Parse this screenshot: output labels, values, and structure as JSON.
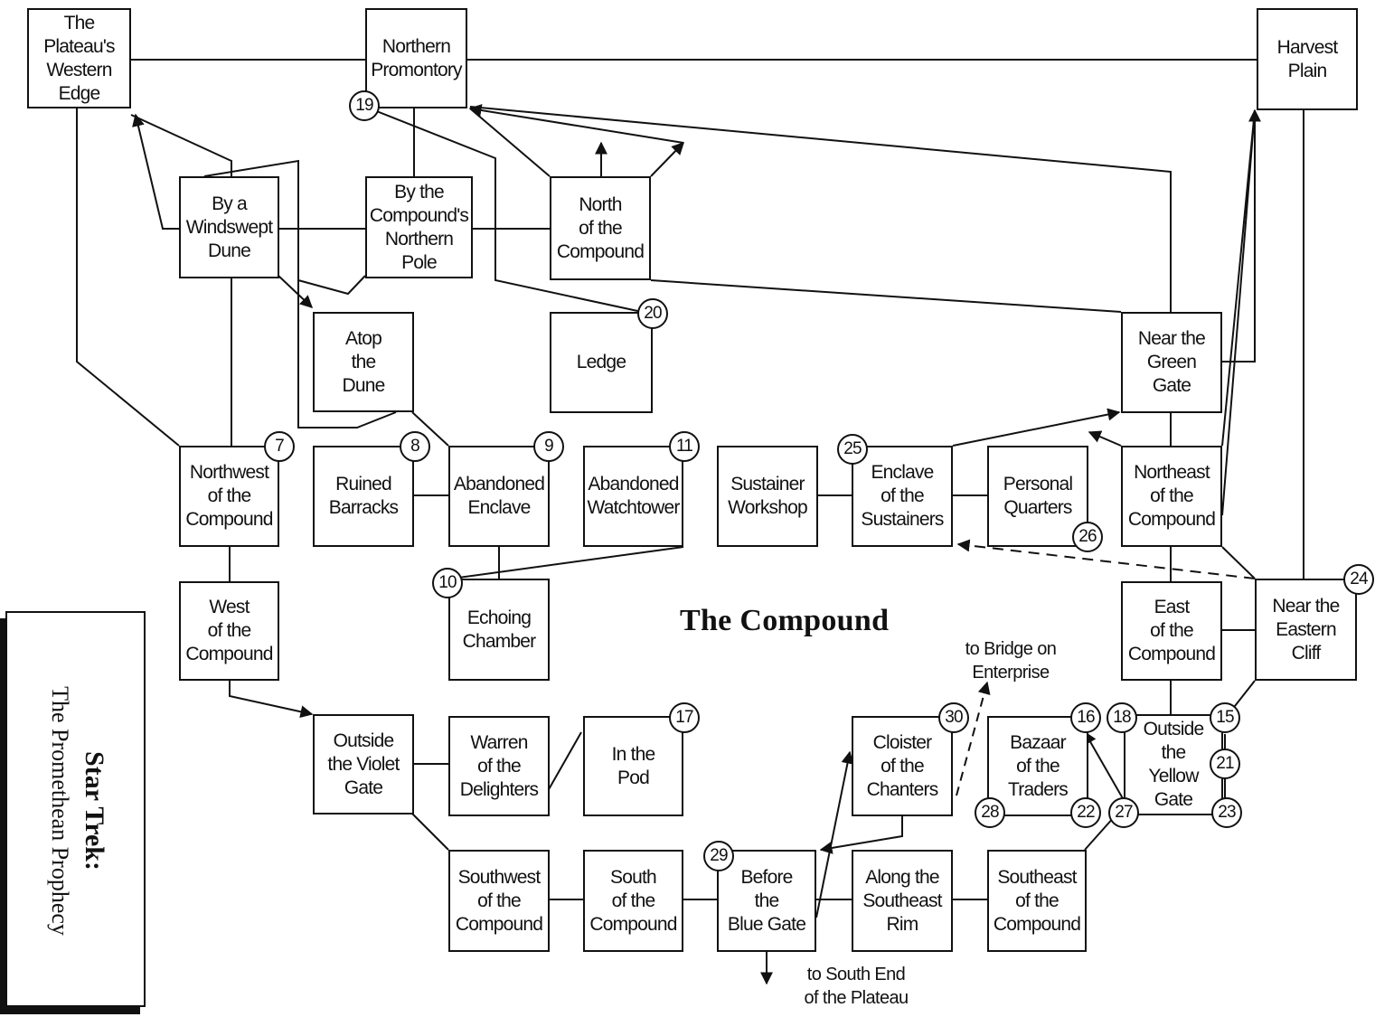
{
  "map": {
    "area_title": "The Compound",
    "game_title": {
      "line1": "Star Trek:",
      "line2": "The Promethean Prophecy"
    },
    "rooms": {
      "plateau_west": "The\nPlateau's\nWestern\nEdge",
      "northern_promontory": "Northern\nPromontory",
      "harvest_plain": "Harvest\nPlain",
      "windswept_dune": "By a\nWindswept\nDune",
      "northern_pole": "By the\nCompound's\nNorthern\nPole",
      "north_compound": "North\nof the\nCompound",
      "atop_dune": "Atop\nthe\nDune",
      "ledge": "Ledge",
      "near_green_gate": "Near the\nGreen\nGate",
      "northwest_compound": "Northwest\nof the\nCompound",
      "ruined_barracks": "Ruined\nBarracks",
      "abandoned_enclave": "Abandoned\nEnclave",
      "abandoned_watchtower": "Abandoned\nWatchtower",
      "sustainer_workshop": "Sustainer\nWorkshop",
      "enclave_sustainers": "Enclave\nof the\nSustainers",
      "personal_quarters": "Personal\nQuarters",
      "northeast_compound": "Northeast\nof the\nCompound",
      "west_compound": "West\nof the\nCompound",
      "echoing_chamber": "Echoing\nChamber",
      "east_compound": "East\nof the\nCompound",
      "near_eastern_cliff": "Near the\nEastern\nCliff",
      "outside_violet_gate": "Outside\nthe Violet\nGate",
      "warren_delighters": "Warren\nof the\nDelighters",
      "in_the_pod": "In the\nPod",
      "cloister_chanters": "Cloister\nof the\nChanters",
      "bazaar_traders": "Bazaar\nof the\nTraders",
      "outside_yellow_gate": "Outside\nthe\nYellow\nGate",
      "southwest_compound": "Southwest\nof the\nCompound",
      "south_compound": "South\nof the\nCompound",
      "before_blue_gate": "Before\nthe\nBlue Gate",
      "along_southeast_rim": "Along the\nSoutheast\nRim",
      "southeast_compound": "Southeast\nof the\nCompound"
    },
    "markers": [
      "7",
      "8",
      "9",
      "10",
      "11",
      "15",
      "16",
      "17",
      "18",
      "19",
      "20",
      "21",
      "22",
      "23",
      "24",
      "25",
      "26",
      "27",
      "28",
      "29",
      "30"
    ],
    "exits": {
      "bridge": "to Bridge on\nEnterprise",
      "south_end": "to South End\nof the Plateau"
    }
  }
}
